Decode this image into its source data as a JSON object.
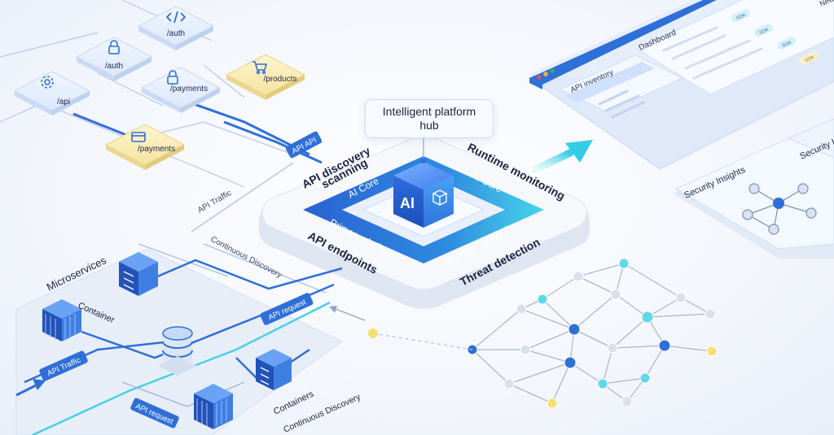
{
  "hub": {
    "title_line1": "Intelligent platform",
    "title_line2": "hub",
    "cube_label": "AI"
  },
  "hub_ring": {
    "outer_top_left": "API discovery",
    "outer_top_left_2": "scanning",
    "outer_top_right": "Runtime monitoring",
    "outer_bottom_left": "API endpoints",
    "outer_bottom_right": "Threat detection",
    "inner_top_left": "AI Core",
    "inner_top_right": "AI Core",
    "inner_bottom_left": "Primary platform",
    "inner_bottom_right": "Behavior analysis"
  },
  "endpoints": [
    {
      "label": "/auth",
      "icon": "code-icon"
    },
    {
      "label": "/auth",
      "icon": "lock-icon"
    },
    {
      "label": "/api",
      "icon": "gear-icon"
    },
    {
      "label": "/payments",
      "icon": "lock-icon"
    },
    {
      "label": "/products",
      "icon": "cart-icon"
    },
    {
      "label": "/payments",
      "icon": "card-icon"
    }
  ],
  "flow_labels": {
    "api_api": "API API",
    "api_traffic_top": "API Traffic",
    "continuous_discovery_mid": "Continuous Discovery",
    "api_request_mid": "API request",
    "api_traffic_bottom": "API Traffic",
    "api_request_bottom": "API request",
    "continuous_discovery_bottom": "Continuous Discovery"
  },
  "infra_labels": {
    "microservices": "Microservices",
    "container": "Container",
    "containers": "Containers"
  },
  "dashboard": {
    "title": "Dashboard",
    "sidebar_title": "API inventory",
    "tab_partial": "New",
    "badges": [
      "SDK",
      "SDK",
      "SDK",
      "SDK"
    ],
    "window_dots": [
      "#e5534b",
      "#f2b441",
      "#3aa86b"
    ]
  },
  "insights": {
    "card1": "Security Insights",
    "card2": "Security In"
  },
  "colors": {
    "primary": "#2f6fd8",
    "accent": "#46d0e8",
    "gold": "#f5e070",
    "panel": "#eaf1fd"
  }
}
